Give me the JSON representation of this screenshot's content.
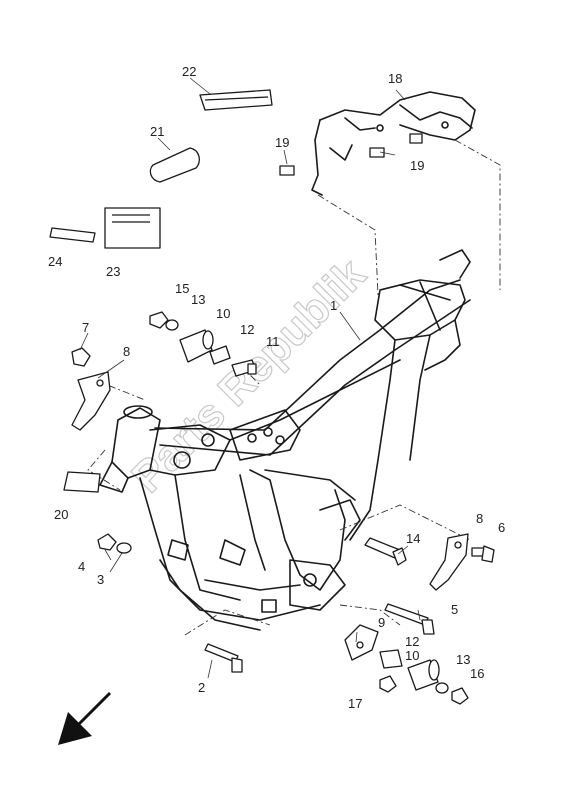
{
  "watermark": "Parts Republik",
  "callouts": {
    "c1": "1",
    "c2": "2",
    "c3": "3",
    "c4": "4",
    "c5": "5",
    "c6": "6",
    "c7": "7",
    "c8a": "8",
    "c8b": "8",
    "c9": "9",
    "c10a": "10",
    "c10b": "10",
    "c11": "11",
    "c12a": "12",
    "c12b": "12",
    "c13a": "13",
    "c13b": "13",
    "c14": "14",
    "c15": "15",
    "c16": "16",
    "c17": "17",
    "c18": "18",
    "c19a": "19",
    "c19b": "19",
    "c20": "20",
    "c21": "21",
    "c22": "22",
    "c23": "23",
    "c24": "24"
  }
}
